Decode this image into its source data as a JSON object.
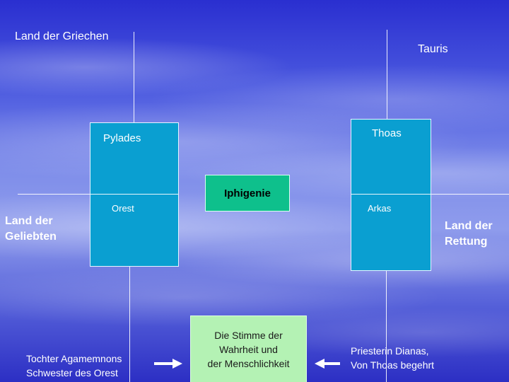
{
  "slide": {
    "background_color": "#3a44d4",
    "top_left_label": "Land der Griechen",
    "top_right_label": "Tauris",
    "left_label_line1": "Land der",
    "left_label_line2": "Geliebten",
    "right_label_line1": "Land der",
    "right_label_line2": "Rettung"
  },
  "left_box": {
    "color": "#0a9fd1",
    "top_name": "Pylades",
    "bottom_name": "Orest"
  },
  "right_box": {
    "color": "#0a9fd1",
    "top_name": "Thoas",
    "bottom_name": "Arkas"
  },
  "center": {
    "color": "#0ec08c",
    "name": "Iphigenie"
  },
  "bottom_center": {
    "color": "#b4f2b4",
    "line1": "Die Stimme der",
    "line2": "Wahrheit und",
    "line3": "der Menschlichkeit"
  },
  "bottom_left": {
    "line1": "Tochter Agamemnons",
    "line2": "Schwester des Orest",
    "arrow_icon": "arrow-right-icon"
  },
  "bottom_right": {
    "line1": "Priesterin Dianas,",
    "line2": "Von Thoas begehrt",
    "arrow_icon": "arrow-left-icon"
  }
}
